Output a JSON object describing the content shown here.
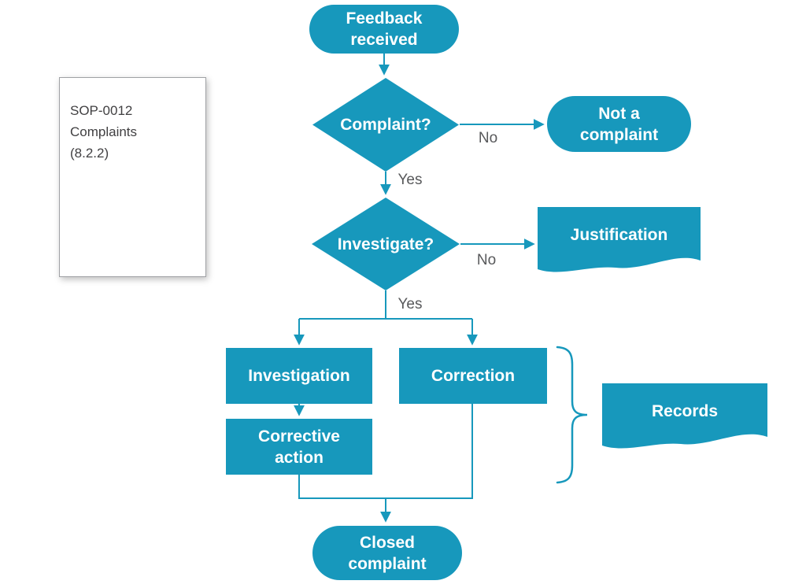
{
  "colors": {
    "accent": "#1798BC",
    "edge_label_text": "#58595B",
    "note_text": "#414042",
    "shape_text": "#FFFFFF",
    "background": "#FFFFFF"
  },
  "note": {
    "text": "SOP-0012\nComplaints\n(8.2.2)"
  },
  "nodes": {
    "feedback": {
      "label": "Feedback received",
      "type": "terminator"
    },
    "complaint": {
      "label": "Complaint?",
      "type": "decision"
    },
    "not_a_complaint": {
      "label": "Not a complaint",
      "type": "terminator"
    },
    "investigate": {
      "label": "Investigate?",
      "type": "decision"
    },
    "justification": {
      "label": "Justification",
      "type": "document"
    },
    "investigation": {
      "label": "Investigation",
      "type": "process"
    },
    "correction": {
      "label": "Correction",
      "type": "process"
    },
    "corrective_action": {
      "label": "Corrective action",
      "type": "process"
    },
    "records": {
      "label": "Records",
      "type": "document"
    },
    "closed_complaint": {
      "label": "Closed complaint",
      "type": "terminator"
    }
  },
  "edge_labels": {
    "complaint_no": "No",
    "complaint_yes": "Yes",
    "investigate_no": "No",
    "investigate_yes": "Yes"
  }
}
